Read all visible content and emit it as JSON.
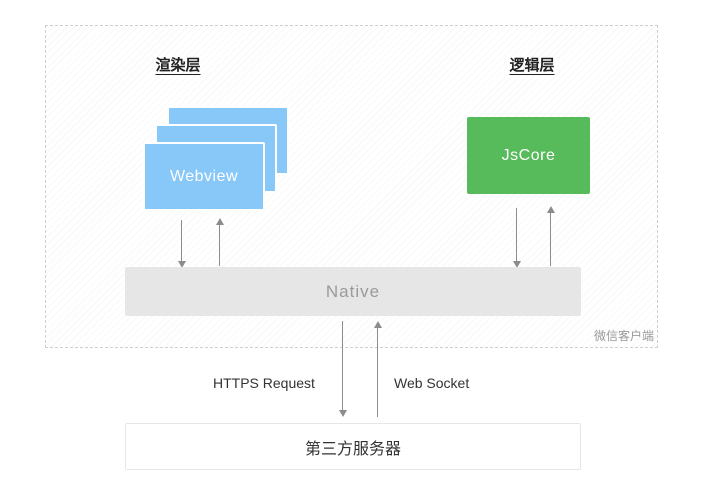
{
  "diagram": {
    "render_layer": {
      "label": "渲染层"
    },
    "logic_layer": {
      "label": "逻辑层"
    },
    "webview": {
      "label": "Webview"
    },
    "jscore": {
      "label": "JsCore"
    },
    "native": {
      "label": "Native"
    },
    "client_tag": {
      "label": "微信客户端"
    },
    "connections": {
      "https": {
        "label": "HTTPS Request"
      },
      "websocket": {
        "label": "Web Socket"
      }
    },
    "server": {
      "label": "第三方服务器"
    },
    "colors": {
      "webview_blue": "#87C8F8",
      "jscore_green": "#57BB5C",
      "native_gray": "#E6E6E6",
      "arrow_gray": "#8C8C8C"
    }
  }
}
